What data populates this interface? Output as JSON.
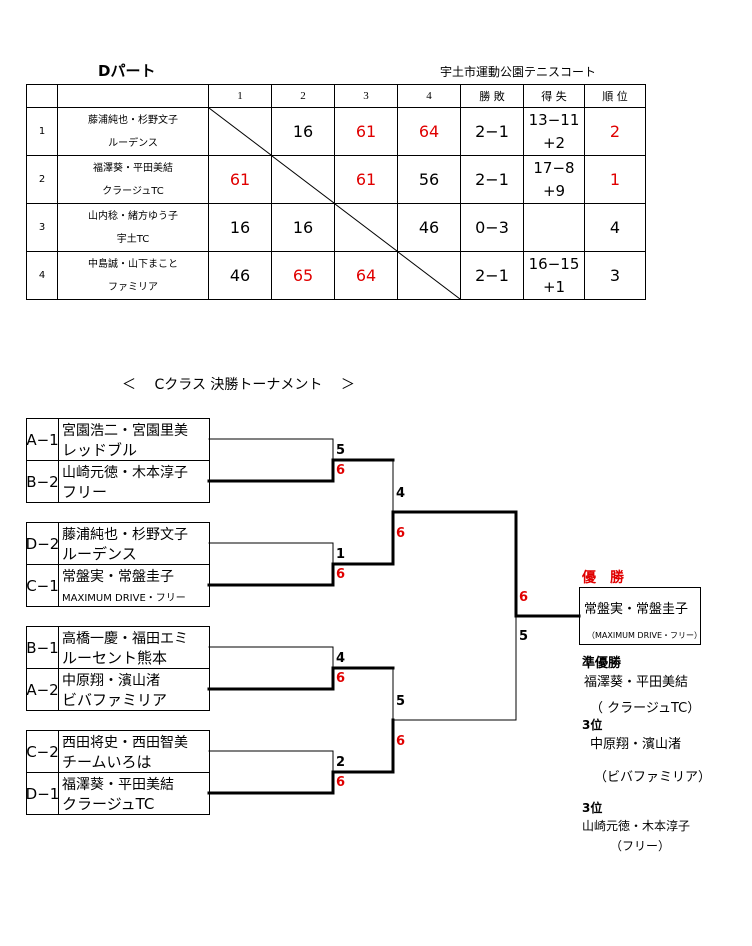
{
  "league": {
    "title": "Dパート",
    "venue": "宇土市運動公園テニスコート",
    "headers": {
      "c1": "1",
      "c2": "2",
      "c3": "3",
      "c4": "4",
      "wl": "勝 敗",
      "pts": "得 失",
      "rank": "順 位"
    },
    "rows": [
      {
        "no": "1",
        "players": "藤浦純也・杉野文子",
        "club": "ルーデンス",
        "s1": "",
        "s2": "16",
        "s3": "61",
        "s4": "64",
        "wl": "2−1",
        "pts1": "13−11",
        "pts2": "+2",
        "rank": "2"
      },
      {
        "no": "2",
        "players": "福澤葵・平田美結",
        "club": "クラージュTC",
        "s1": "61",
        "s2": "",
        "s3": "61",
        "s4": "56",
        "wl": "2−1",
        "pts1": "17−8",
        "pts2": "+9",
        "rank": "1"
      },
      {
        "no": "3",
        "players": "山内稔・緒方ゆう子",
        "club": "宇土TC",
        "s1": "16",
        "s2": "16",
        "s3": "",
        "s4": "46",
        "wl": "0−3",
        "pts1": "",
        "pts2": "",
        "rank": "4"
      },
      {
        "no": "4",
        "players": "中島誠・山下まこと",
        "club": "ファミリア",
        "s1": "46",
        "s2": "65",
        "s3": "64",
        "s4": "",
        "wl": "2−1",
        "pts1": "16−15",
        "pts2": "+1",
        "rank": "3"
      }
    ]
  },
  "bracket": {
    "title": "＜　 Cクラス 決勝トーナメント　 ＞",
    "entries": [
      {
        "seed": "A−1",
        "players": "宮園浩二・宮園里美",
        "club": "レッドブル"
      },
      {
        "seed": "B−2",
        "players": "山崎元徳・木本淳子",
        "club": "フリー"
      },
      {
        "seed": "D−2",
        "players": "藤浦純也・杉野文子",
        "club": "ルーデンス"
      },
      {
        "seed": "C−1",
        "players": "常盤実・常盤圭子",
        "club": "MAXIMUM DRIVE・フリー"
      },
      {
        "seed": "B−1",
        "players": "高橋一慶・福田エミ",
        "club": "ルーセント熊本"
      },
      {
        "seed": "A−2",
        "players": "中原翔・濱山渚",
        "club": "ビバファミリア"
      },
      {
        "seed": "C−2",
        "players": "西田将史・西田智美",
        "club": "チームいろは"
      },
      {
        "seed": "D−1",
        "players": "福澤葵・平田美結",
        "club": "クラージュTC"
      }
    ],
    "scores": {
      "r1m1a": "5",
      "r1m1b": "6",
      "r1m2a": "1",
      "r1m2b": "6",
      "r1m3a": "4",
      "r1m3b": "6",
      "r1m4a": "2",
      "r1m4b": "6",
      "sf1a": "4",
      "sf1b": "6",
      "sf2a": "5",
      "sf2b": "6",
      "fa": "6",
      "fb": "5"
    }
  },
  "results": {
    "champion_label": "優　勝",
    "champion_names": "常盤実・常盤圭子",
    "champion_club": "（MAXIMUM DRIVE・フリー）",
    "runner_label": "準優勝",
    "runner_names": "福澤葵・平田美結",
    "runner_club": "（ クラージュTC）",
    "third1_label": "3位",
    "third1_names": "中原翔・濱山渚",
    "third1_club": "（ビバファミリア）",
    "third2_label": "3位",
    "third2_names": "山崎元徳・木本淳子",
    "third2_club": "（フリー）"
  },
  "colors": {
    "winner": "#e00000",
    "text": "#000000"
  }
}
